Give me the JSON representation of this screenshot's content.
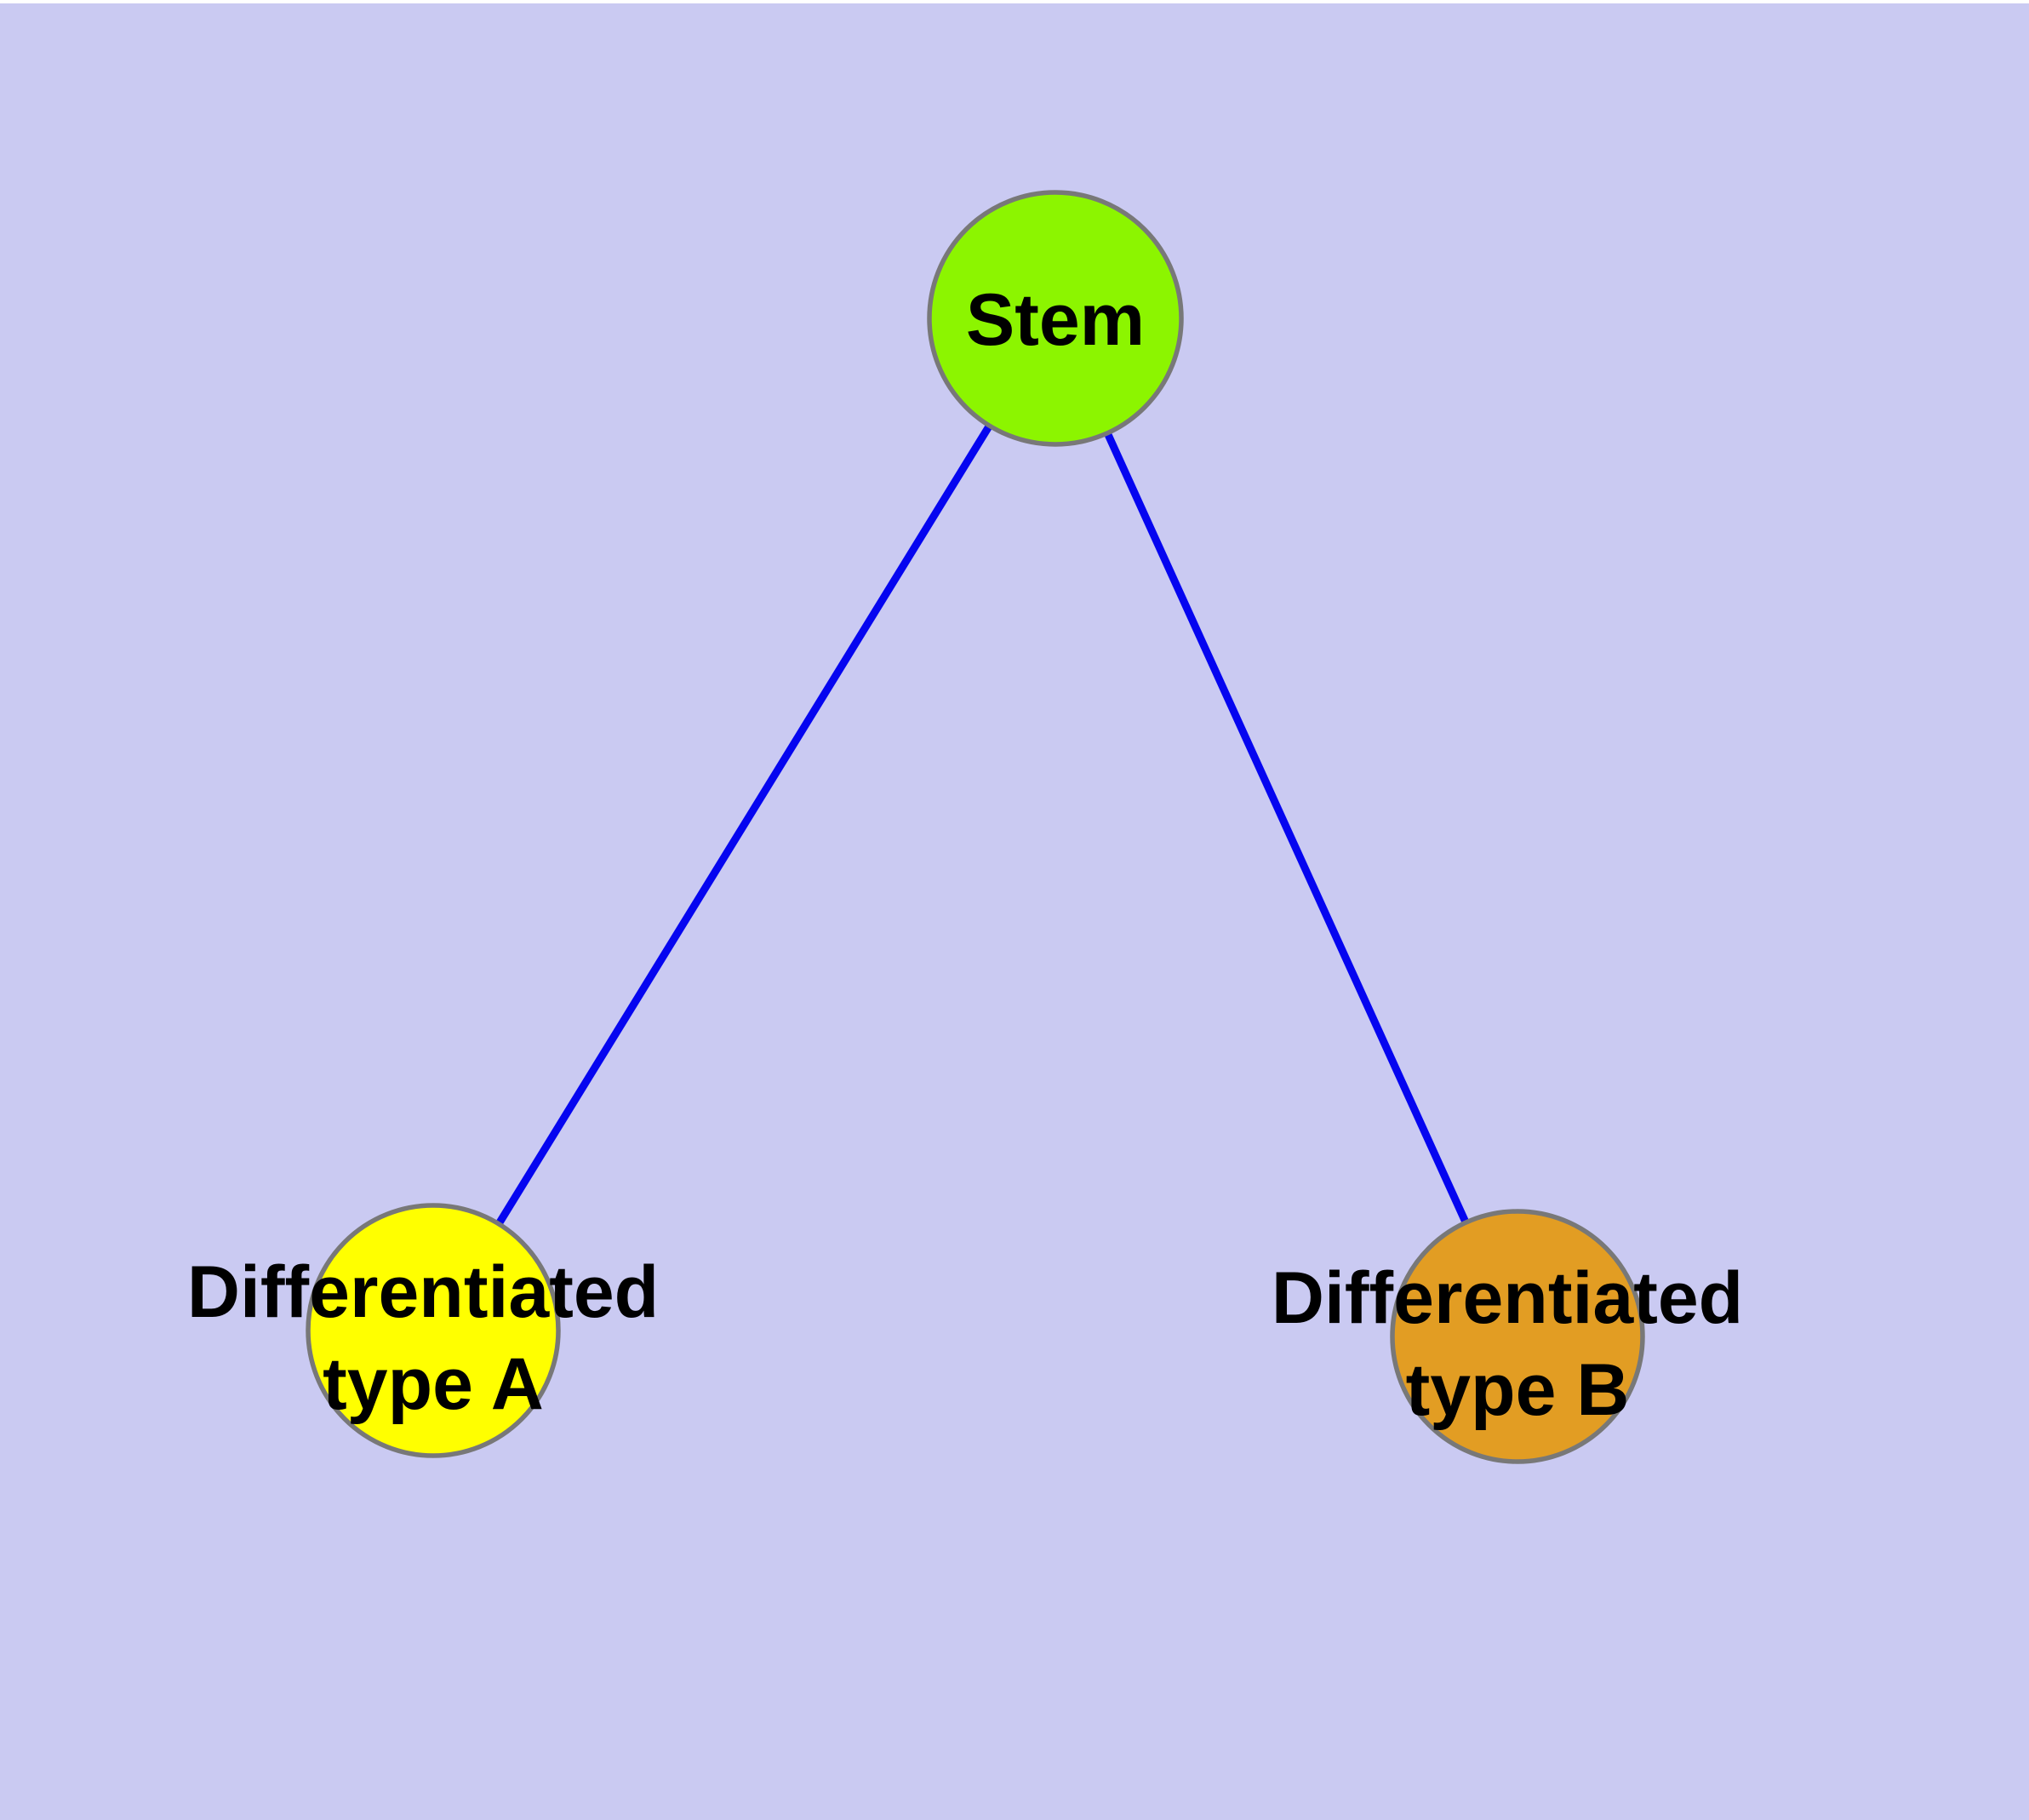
{
  "diagram": {
    "type": "node-link-graph",
    "background_color": "#cacaf2",
    "edge_color": "#0505f0",
    "node_border_color": "#787878",
    "text_color": "#000000",
    "nodes": [
      {
        "id": "stem",
        "label": "Stem",
        "lines": [
          "Stem"
        ],
        "fill": "#8cf500"
      },
      {
        "id": "differentiated-type-a",
        "label": "Differentiated type A",
        "lines": [
          "Differentiated",
          "type A"
        ],
        "fill": "#ffff00"
      },
      {
        "id": "differentiated-type-b",
        "label": "Differentiated type B",
        "lines": [
          "Differentiated",
          "type B"
        ],
        "fill": "#e29d23"
      }
    ],
    "edges": [
      {
        "from": "Stem",
        "to": "Differentiated type A"
      },
      {
        "from": "Stem",
        "to": "Differentiated type B"
      }
    ]
  }
}
